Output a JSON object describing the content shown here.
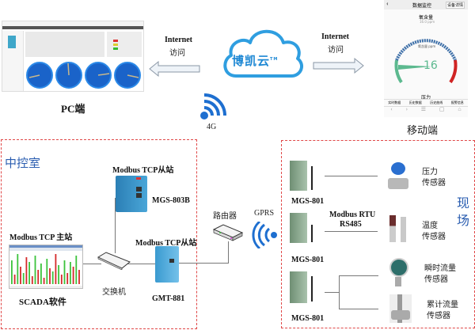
{
  "cloud": {
    "brand": "博凯云",
    "tm": "TM"
  },
  "access": {
    "left": {
      "line1": "Internet",
      "line2": "访问"
    },
    "right": {
      "line1": "Internet",
      "line2": "访问"
    }
  },
  "pc": {
    "label": "PC端",
    "gauges_count": 4
  },
  "mobile": {
    "label": "移动端",
    "header_title": "数据监控",
    "header_button": "设备详情",
    "gauge_title": "氧含量",
    "gauge_sub": "16.0 ppm",
    "gauge_unit": "氧含量 ppm",
    "gauge_value": "16",
    "gauge_fraction": 0.16,
    "next_title": "压力",
    "tabs": [
      "实时数据",
      "历史数据",
      "历史曲线",
      "报警信息"
    ],
    "nav_icons": [
      "back-icon",
      "forward-icon",
      "menu-icon",
      "tabs-icon",
      "home-icon"
    ]
  },
  "wireless_4g": "4G",
  "control_room": {
    "title": "中控室",
    "master_label": "Modbus TCP 主站",
    "scada_label": "SCADA软件",
    "switch_label": "交换机",
    "slave1_label": "Modbus TCP从站",
    "slave1_model": "MGS-803B",
    "slave2_label": "Modbus TCP从站",
    "slave2_model": "GMT-881"
  },
  "router_label": "路由器",
  "gprs_label": "GPRS",
  "field": {
    "title": "现场",
    "bus_label_1": "Modbus RTU",
    "bus_label_2": "RS485",
    "devices": [
      {
        "model": "MGS-801"
      },
      {
        "model": "MGS-801"
      },
      {
        "model": "MGS-801"
      }
    ],
    "sensors": [
      {
        "line1": "压力",
        "line2": "传感器"
      },
      {
        "line1": "温度",
        "line2": "传感器"
      },
      {
        "line1": "瞬时流量",
        "line2": "传感器"
      },
      {
        "line1": "累计流量",
        "line2": "传感器"
      }
    ]
  },
  "colors": {
    "accent": "#1e6fd0",
    "zone_border": "#e04848",
    "zone_title": "#2a5db0"
  }
}
